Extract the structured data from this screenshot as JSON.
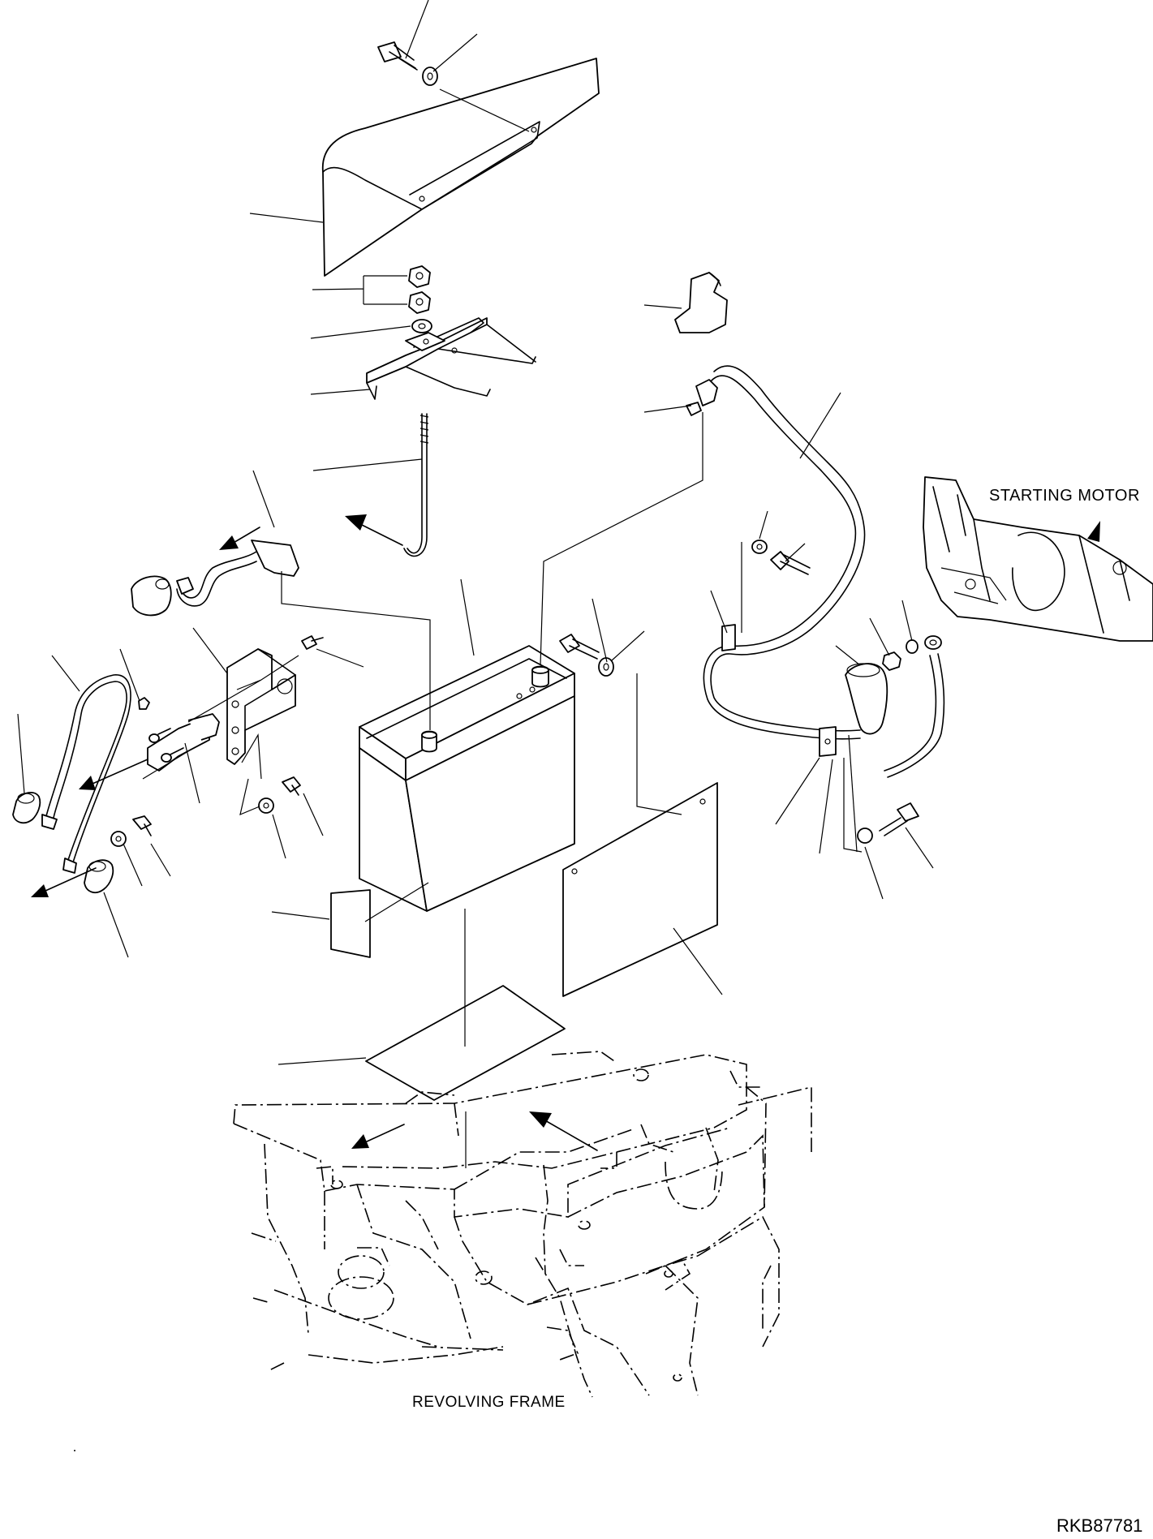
{
  "labels": {
    "starting_motor": "STARTING MOTOR",
    "revolving_frame": "REVOLVING FRAME",
    "drawing_code": "RKB87781"
  },
  "colors": {
    "line": "#000000",
    "background": "#ffffff"
  }
}
